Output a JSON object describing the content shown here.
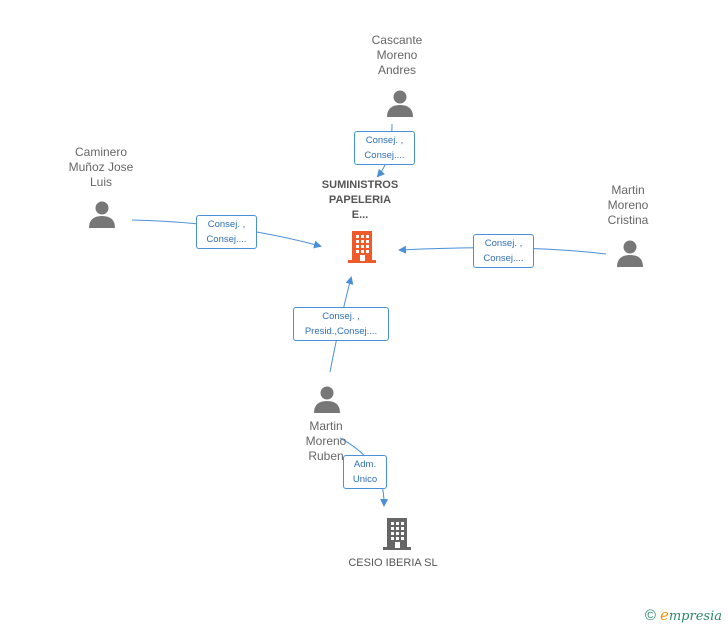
{
  "people": {
    "cascante": {
      "name": "Cascante\nMoreno\nAndres"
    },
    "caminero": {
      "name": "Caminero\nMuñoz Jose\nLuis"
    },
    "martin_cristina": {
      "name": "Martin\nMoreno\nCristina"
    },
    "martin_ruben": {
      "name": "Martin\nMoreno\nRuben"
    }
  },
  "companies": {
    "main": {
      "name_lines": [
        "SUMINISTROS",
        "PAPELERIA",
        "E..."
      ],
      "color": "#ee5a2a"
    },
    "cesio": {
      "name": "CESIO IBERIA SL",
      "color": "#666666"
    }
  },
  "edges": {
    "cascante": {
      "line1": "Consej. ,",
      "line2": "Consej...."
    },
    "caminero": {
      "line1": "Consej. ,",
      "line2": "Consej...."
    },
    "martin_cristina": {
      "line1": "Consej. ,",
      "line2": "Consej...."
    },
    "martin_ruben": {
      "line1": "Consej. ,",
      "line2": "Presid.,Consej...."
    },
    "ruben_cesio": {
      "line1": "Adm.",
      "line2": "Unico"
    }
  },
  "brand": {
    "copyright": "©",
    "e": "e",
    "rest": "mpresia"
  },
  "colors": {
    "edge": "#4a90d9",
    "person": "#777777"
  }
}
